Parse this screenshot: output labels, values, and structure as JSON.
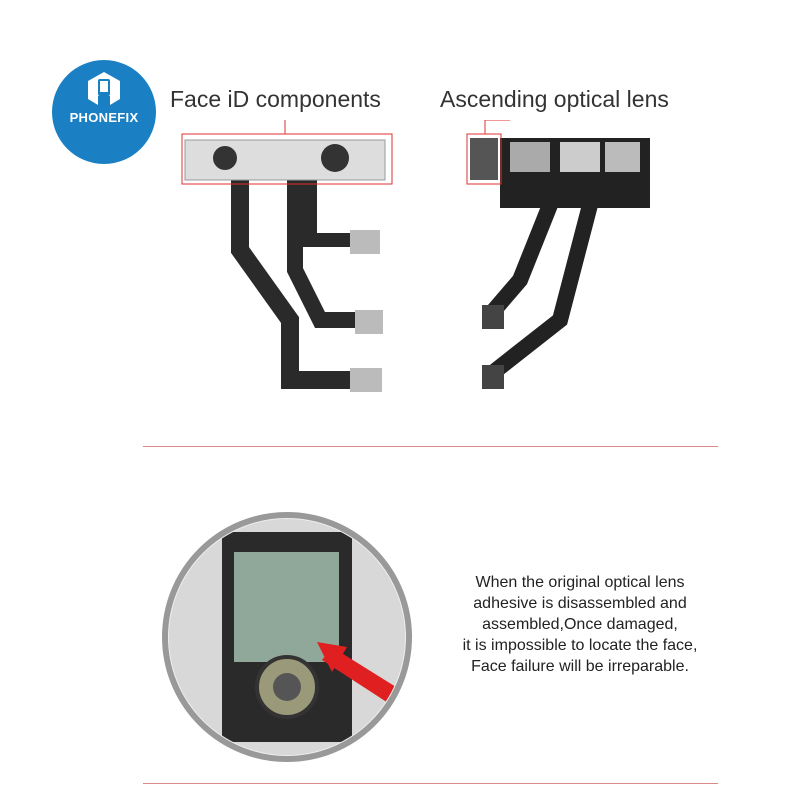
{
  "brand": {
    "name": "PHONEFIX",
    "color": "#1b7fc4"
  },
  "headings": {
    "left": "Face iD components",
    "right": "Ascending optical lens"
  },
  "description": [
    "When the original optical lens",
    "adhesive is disassembled and",
    "assembled,Once damaged,",
    "it is impossible to locate the face,",
    "Face failure will be irreparable."
  ],
  "colors": {
    "highlight": "#e03030",
    "divider": "#d88888",
    "flex_cable": "#2a2a2a"
  }
}
